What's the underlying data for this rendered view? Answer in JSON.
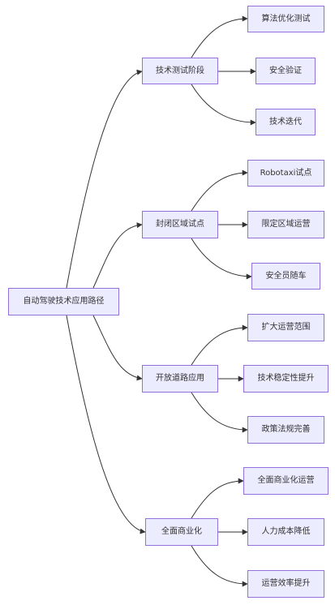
{
  "diagram": {
    "root": {
      "label": "自动驾驶技术应用路径"
    },
    "branches": [
      {
        "label": "技术测试阶段",
        "children": [
          "算法优化测试",
          "安全验证",
          "技术迭代"
        ]
      },
      {
        "label": "封闭区域试点",
        "children": [
          "Robotaxi试点",
          "限定区域运营",
          "安全员随车"
        ]
      },
      {
        "label": "开放道路应用",
        "children": [
          "扩大运营范围",
          "技术稳定性提升",
          "政策法规完善"
        ]
      },
      {
        "label": "全面商业化",
        "children": [
          "全面商业化运营",
          "人力成本降低",
          "运营效率提升"
        ]
      }
    ],
    "colors": {
      "node_fill": "#ececff",
      "node_border": "#9370db",
      "edge": "#333333",
      "text": "#333333"
    }
  }
}
